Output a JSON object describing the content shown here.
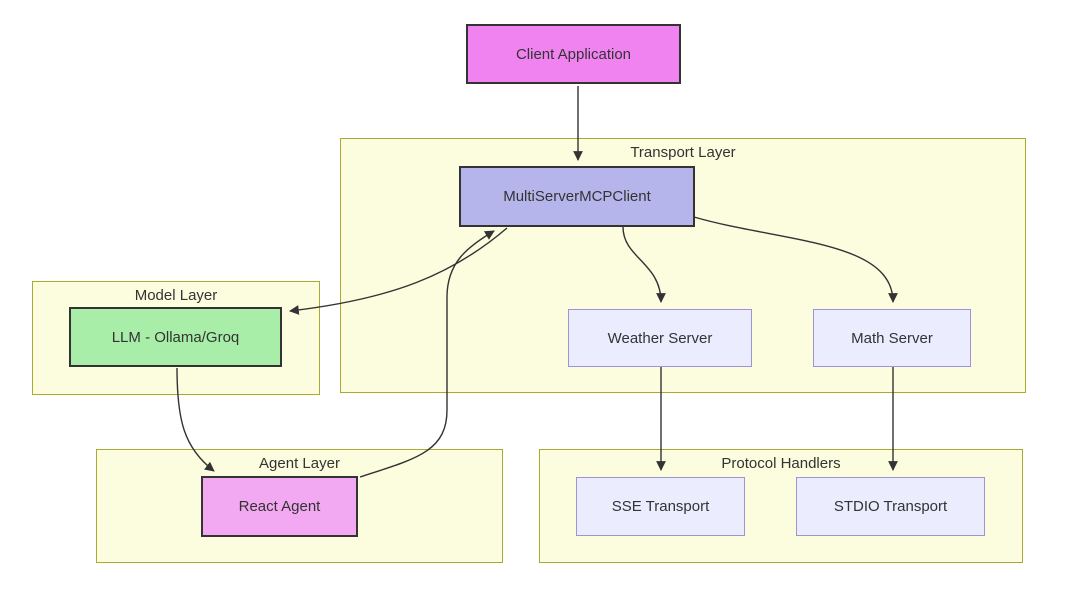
{
  "diagram": {
    "type": "flowchart",
    "clusters": [
      {
        "id": "transport-layer",
        "label": "Transport Layer"
      },
      {
        "id": "model-layer",
        "label": "Model Layer"
      },
      {
        "id": "agent-layer",
        "label": "Agent Layer"
      },
      {
        "id": "protocol-handlers",
        "label": "Protocol Handlers"
      }
    ],
    "nodes": [
      {
        "id": "client-application",
        "label": "Client Application",
        "fill": "#f183f1",
        "cluster": null
      },
      {
        "id": "multiserver-mcp-client",
        "label": "MultiServerMCPClient",
        "fill": "#b5b5ec",
        "cluster": "Transport Layer"
      },
      {
        "id": "weather-server",
        "label": "Weather Server",
        "fill": "#ECECFF",
        "cluster": "Transport Layer"
      },
      {
        "id": "math-server",
        "label": "Math Server",
        "fill": "#ECECFF",
        "cluster": "Transport Layer"
      },
      {
        "id": "llm-ollama-groq",
        "label": "LLM - Ollama/Groq",
        "fill": "#a8eea8",
        "cluster": "Model Layer"
      },
      {
        "id": "react-agent",
        "label": "React Agent",
        "fill": "#f2a9f2",
        "cluster": "Agent Layer"
      },
      {
        "id": "sse-transport",
        "label": "SSE Transport",
        "fill": "#ECECFF",
        "cluster": "Protocol Handlers"
      },
      {
        "id": "stdio-transport",
        "label": "STDIO Transport",
        "fill": "#ECECFF",
        "cluster": "Protocol Handlers"
      }
    ],
    "edges": [
      {
        "from": "Client Application",
        "to": "MultiServerMCPClient"
      },
      {
        "from": "MultiServerMCPClient",
        "to": "Weather Server"
      },
      {
        "from": "MultiServerMCPClient",
        "to": "Math Server"
      },
      {
        "from": "MultiServerMCPClient",
        "to": "LLM - Ollama/Groq"
      },
      {
        "from": "LLM - Ollama/Groq",
        "to": "React Agent"
      },
      {
        "from": "React Agent",
        "to": "MultiServerMCPClient"
      },
      {
        "from": "Weather Server",
        "to": "SSE Transport"
      },
      {
        "from": "Math Server",
        "to": "STDIO Transport"
      }
    ],
    "colors": {
      "cluster_fill": "#fcfcdf",
      "cluster_border": "#aaaa33",
      "node_border_dark": "#333333",
      "lavender_fill": "#ECECFF",
      "lavender_border": "#9f94d1",
      "pink_bright": "#f183f1",
      "pink_light": "#f2a9f2",
      "purple": "#b5b5ec",
      "green": "#a8eea8",
      "edge": "#333333",
      "text": "#333333"
    }
  }
}
